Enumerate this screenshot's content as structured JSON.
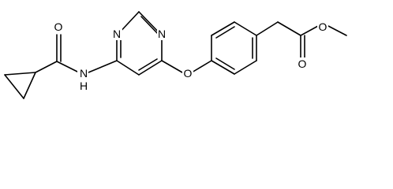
{
  "molecule": {
    "atoms": {
      "amide_oxygen": "O",
      "amide_nitrogen": "N",
      "amide_nitrogen_h": "H",
      "pyrimidine_n1": "N",
      "pyrimidine_n3": "N",
      "ether_oxygen": "O",
      "ester_carbonyl_oxygen": "O",
      "ester_oxygen": "O"
    }
  }
}
